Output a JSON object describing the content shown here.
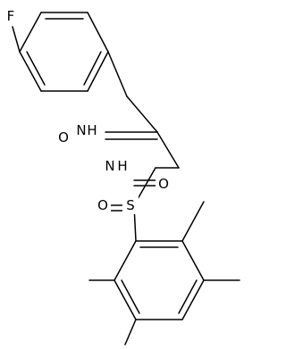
{
  "molecule": {
    "atoms": {
      "fluorine": "F",
      "amide_nitrogen": "N",
      "amide_hydrogen": "H",
      "carbonyl_oxygen": "O",
      "sulfonamide_nitrogen": "N",
      "sulfonamide_hydrogen": "H",
      "sulfur": "S",
      "sulfonyl_oxygen_left": "O",
      "sulfonyl_oxygen_right": "O"
    }
  },
  "colors": {
    "bond": "#000000",
    "label": "#000000",
    "background": "#ffffff"
  }
}
